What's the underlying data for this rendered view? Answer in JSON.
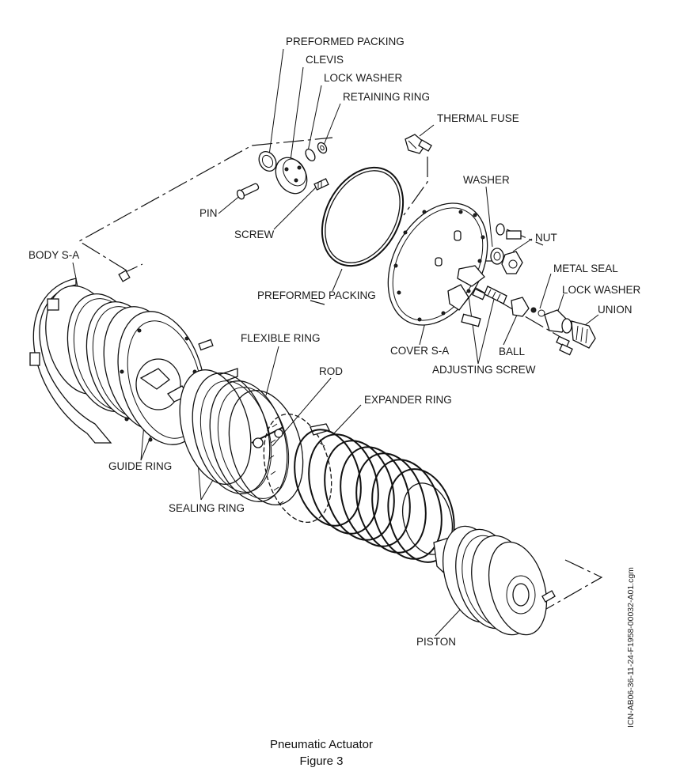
{
  "diagram": {
    "labels": {
      "preformed_packing_top": "PREFORMED PACKING",
      "clevis": "CLEVIS",
      "lock_washer_top": "LOCK WASHER",
      "retaining_ring": "RETAINING RING",
      "thermal_fuse": "THERMAL FUSE",
      "washer": "WASHER",
      "nut": "NUT",
      "pin": "PIN",
      "screw": "SCREW",
      "body_sa": "BODY S-A",
      "metal_seal": "METAL SEAL",
      "lock_washer_right": "LOCK WASHER",
      "union": "UNION",
      "preformed_packing_mid": "PREFORMED PACKING",
      "cover_sa": "COVER S-A",
      "ball": "BALL",
      "adjusting_screw": "ADJUSTING SCREW",
      "flexible_ring": "FLEXIBLE RING",
      "rod": "ROD",
      "expander_ring": "EXPANDER RING",
      "guide_ring": "GUIDE RING",
      "sealing_ring": "SEALING RING",
      "piston": "PISTON"
    },
    "icn_code": "ICN-AB06-36-11-24-F1958-00032-A01.cgm",
    "caption_title": "Pneumatic Actuator",
    "caption_figure": "Figure 3"
  }
}
